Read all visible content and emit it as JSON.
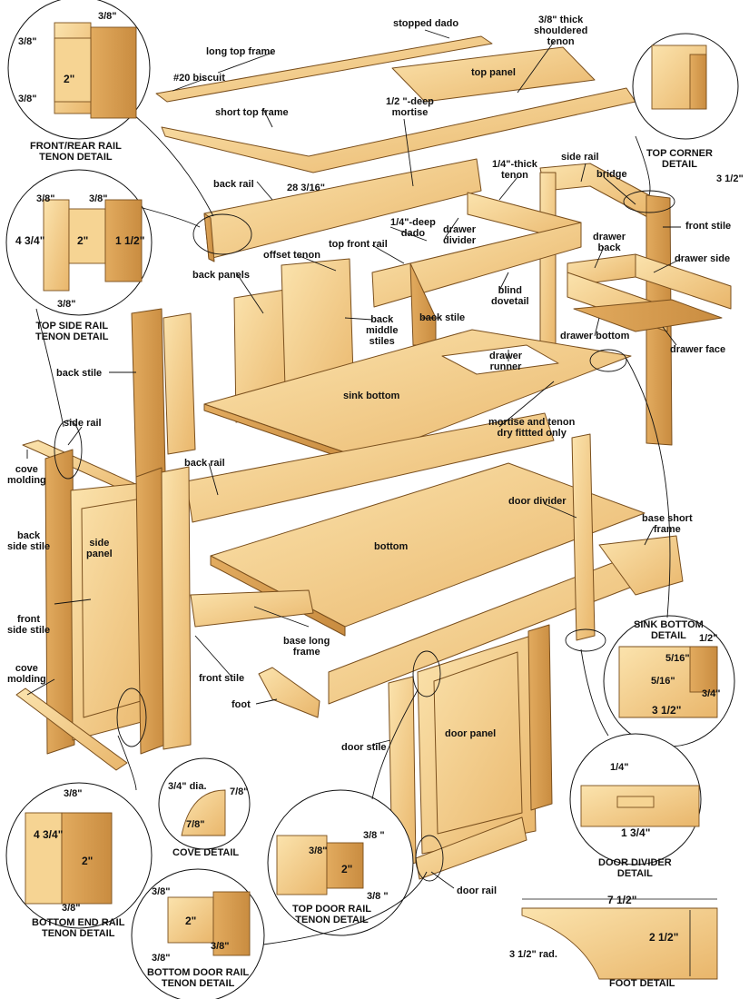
{
  "colors": {
    "wood": "#f4cf8a",
    "wood_dark": "#d9a458",
    "wood_light": "#fbe6b6",
    "edge": "#7a4f1d",
    "detail_bg": "#fbe9c2"
  },
  "labels": {
    "stopped_dado": "stopped dado",
    "shouldered_tenon": "3/8\" thick\nshouldered\ntenon",
    "long_top_frame": "long top frame",
    "biscuit": "#20 biscuit",
    "top_panel": "top panel",
    "deep_mortise": "1/2 \"-deep\nmortise",
    "short_top_frame": "short top frame",
    "back_rail_top": "back rail",
    "dim_28": "28 3/16\"",
    "thick_tenon": "1/4\"-thick\ntenon",
    "side_rail_right": "side rail",
    "bridge": "bridge",
    "dim_3half": "3 1/2\"",
    "front_stile_right": "front stile",
    "deep_dado": "1/4\"-deep\ndado",
    "drawer_divider": "drawer\ndivider",
    "top_front_rail": "top front rail",
    "drawer_back": "drawer\nback",
    "drawer_side": "drawer side",
    "offset_tenon": "offset tenon",
    "back_panels": "back panels",
    "blind_dovetail": "blind\ndovetail",
    "back_middle_stiles": "back\nmiddle\nstiles",
    "back_stile_mid": "back stile",
    "drawer_bottom": "drawer bottom",
    "drawer_face": "drawer face",
    "drawer_runner": "drawer\nrunner",
    "back_stile_left": "back stile",
    "sink_bottom": "sink bottom",
    "side_rail_left": "side rail",
    "mortise_tenon": "mortise and tenon\ndry fittted only",
    "cove_molding_top": "cove\nmolding",
    "back_rail_mid": "back rail",
    "door_divider": "door divider",
    "base_short_frame": "base short\nframe",
    "back_side_stile": "back\nside stile",
    "side_panel": "side\npanel",
    "bottom": "bottom",
    "front_side_stile": "front\nside stile",
    "base_long_frame": "base long\nframe",
    "cove_molding_bottom": "cove\nmolding",
    "front_stile_left": "front stile",
    "foot": "foot",
    "door_stile": "door stile",
    "door_panel": "door panel",
    "door_rail": "door rail"
  },
  "captions": {
    "front_rear": "FRONT/REAR RAIL\nTENON DETAIL",
    "top_corner": "TOP CORNER\nDETAIL",
    "top_side": "TOP SIDE RAIL\nTENON DETAIL",
    "sink_bottom": "SINK BOTTOM\nDETAIL",
    "cove": "COVE DETAIL",
    "door_divider": "DOOR DIVIDER\nDETAIL",
    "bottom_end": "BOTTOM END RAIL\nTENON DETAIL",
    "top_door": "TOP DOOR RAIL\nTENON DETAIL",
    "bottom_door": "BOTTOM DOOR RAIL\nTENON DETAIL",
    "foot": "FOOT DETAIL"
  },
  "dims": {
    "fr_3_8_top": "3/8\"",
    "fr_3_8_left": "3/8\"",
    "fr_2": "2\"",
    "fr_3_8_bot": "3/8\"",
    "ts_3_8_a": "3/8\"",
    "ts_3_8_b": "3/8\"",
    "ts_4_3_4": "4 3/4\"",
    "ts_2": "2\"",
    "ts_1_1_2": "1 1/2\"",
    "ts_3_8_c": "3/8\"",
    "sb_1_2": "1/2\"",
    "sb_5_16_a": "5/16\"",
    "sb_5_16_b": "5/16\"",
    "sb_3_4": "3/4\"",
    "sb_3_1_2": "3 1/2\"",
    "cv_3_4_dia": "3/4\" dia.",
    "cv_7_8_a": "7/8\"",
    "cv_7_8_b": "7/8\"",
    "dd_1_4": "1/4\"",
    "dd_1_3_4": "1 3/4\"",
    "be_3_8_top": "3/8\"",
    "be_4_3_4": "4 3/4\"",
    "be_2": "2\"",
    "be_3_8_bot": "3/8\"",
    "td_3_8_a": "3/8\"",
    "td_3_8_b": "3/8 \"",
    "td_2": "2\"",
    "td_3_8_c": "3/8 \"",
    "bd_3_8_a": "3/8\"",
    "bd_2": "2\"",
    "bd_3_8_b": "3/8\"",
    "bd_3_8_c": "3/8\"",
    "ft_7_1_2": "7 1/2\"",
    "ft_2_1_2": "2 1/2\"",
    "ft_rad": "3 1/2\" rad."
  }
}
